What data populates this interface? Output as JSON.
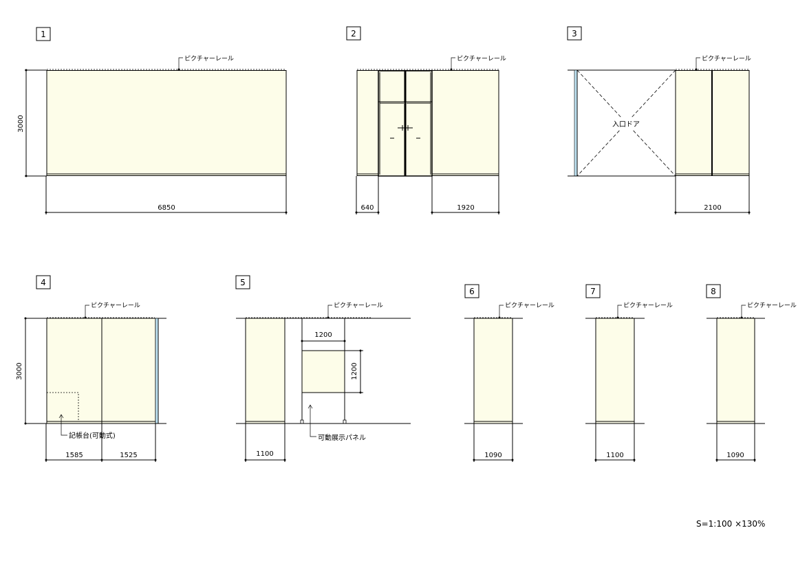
{
  "labels": {
    "picture_rail": "ピクチャーレール",
    "entrance_door": "入口ドア",
    "register_desk": "記帳台(可動式)",
    "movable_panel": "可動展示パネル",
    "scale": "S=1:100  ×130%"
  },
  "elevations": [
    {
      "id": "1",
      "dims": {
        "height": "3000",
        "width": "6850"
      }
    },
    {
      "id": "2",
      "dims": {
        "left": "640",
        "right": "1920"
      }
    },
    {
      "id": "3",
      "dims": {
        "right": "2100"
      }
    },
    {
      "id": "4",
      "dims": {
        "height": "3000",
        "left": "1585",
        "right": "1525"
      }
    },
    {
      "id": "5",
      "dims": {
        "width": "1100",
        "panel_width": "1200",
        "panel_height": "1200"
      }
    },
    {
      "id": "6",
      "dims": {
        "width": "1090"
      }
    },
    {
      "id": "7",
      "dims": {
        "width": "1100"
      }
    },
    {
      "id": "8",
      "dims": {
        "width": "1090"
      }
    }
  ]
}
